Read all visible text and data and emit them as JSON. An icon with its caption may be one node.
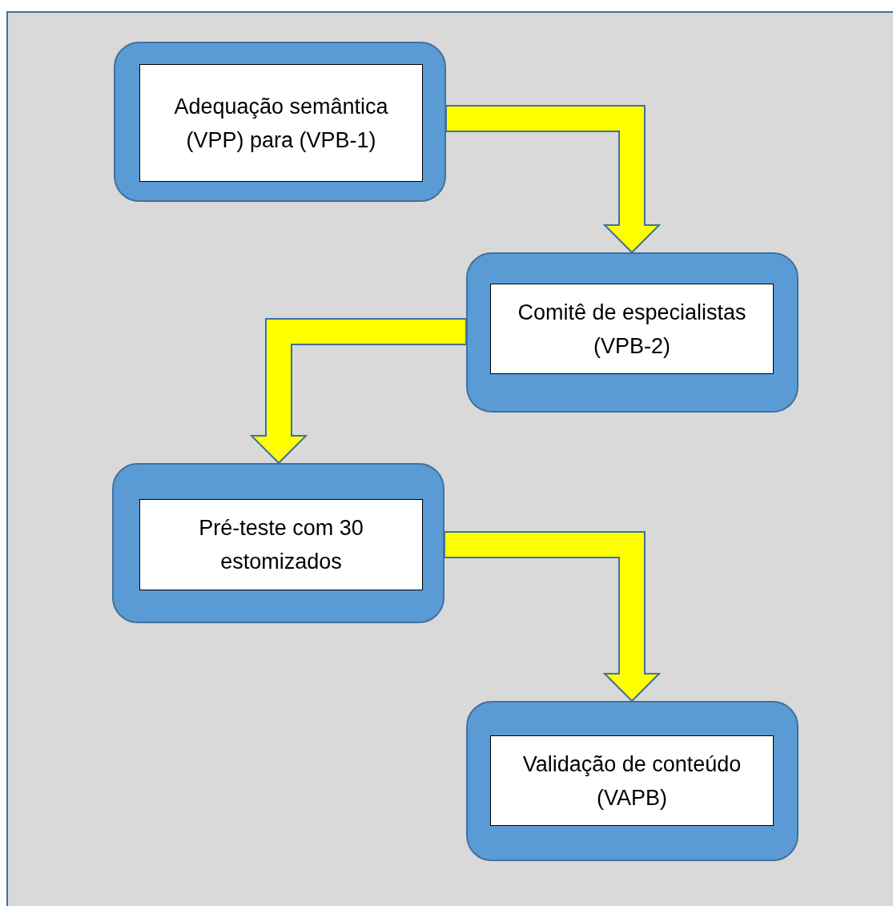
{
  "diagram": {
    "nodes": [
      {
        "text": [
          "Adequação semântica (VPP) para (VPB-1)"
        ]
      },
      {
        "text": [
          "Comitê de especialistas (VPB-2)"
        ]
      },
      {
        "text": [
          "Pré-teste com 30 estomizados"
        ]
      },
      {
        "text": [
          "Validação de conteúdo (VAPB)"
        ]
      }
    ],
    "edges": [
      {
        "from": 0,
        "to": 1,
        "arrow": "to"
      },
      {
        "from": 1,
        "to": 2,
        "arrow": "to"
      },
      {
        "from": 2,
        "to": 3,
        "arrow": "to"
      }
    ]
  }
}
